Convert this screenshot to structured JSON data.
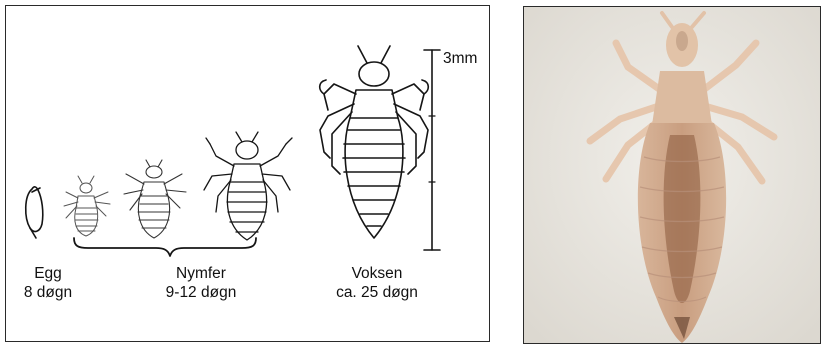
{
  "diagram": {
    "scale_label": "3mm",
    "stages": [
      {
        "name": "Egg",
        "duration": "8 døgn"
      },
      {
        "name": "Nymfer",
        "duration": "9-12 døgn"
      },
      {
        "name": "Voksen",
        "duration": "ca. 25 døgn"
      }
    ]
  },
  "colors": {
    "line_art": "#151515",
    "photo_background": "#eceae5",
    "louse_body": "#d9b79a",
    "louse_gut": "#8a5a3c"
  }
}
